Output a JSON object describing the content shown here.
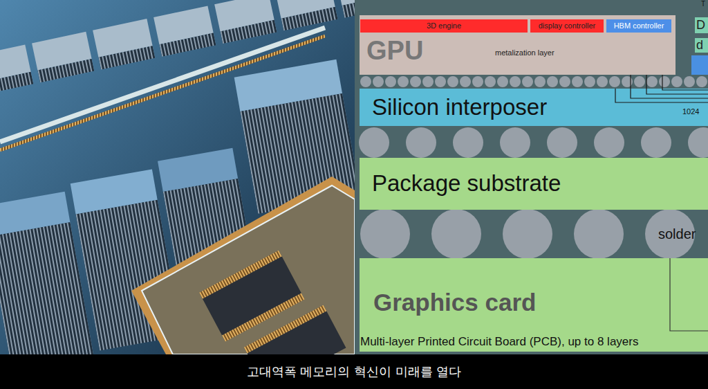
{
  "diagram": {
    "caption": "고대역폭 메모리의 혁신이 미래를 열다",
    "nodes": [
      {
        "text": [
          "GPU",
          "metalization layer"
        ]
      },
      {
        "text": [
          "3D engine"
        ],
        "in": 0
      },
      {
        "text": [
          "display controller"
        ],
        "in": 0
      },
      {
        "text": [
          "HBM controller"
        ],
        "in": 0
      },
      {
        "text": [
          "D"
        ]
      },
      {
        "text": [
          "d"
        ]
      },
      {
        "text": [
          "Silicon interposer"
        ]
      },
      {
        "text": [
          "Package substrate"
        ]
      },
      {
        "text": [
          "Graphics card",
          "Multi-layer Printed Circuit Board (PCB), up to 8 layers"
        ]
      }
    ],
    "labels": [
      "T",
      "1024",
      "solder"
    ]
  }
}
